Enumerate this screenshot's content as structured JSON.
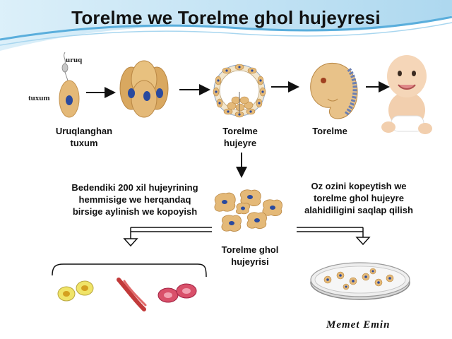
{
  "slide": {
    "title": "Torelme we Torelme ghol hujeyresi",
    "author": "Memet Emin"
  },
  "labels": {
    "sperm": "uruq",
    "egg": "tuxum",
    "fertilized_egg": "Uruqlanghan\ntuxum",
    "embryonic_cell": "Torelme\nhujeyre",
    "embryo": "Torelme",
    "stem_cell": "Torelme ghol\nhujeyrisi",
    "differentiation": "Bedendiki 200 xil  hujeyrining\nhemmisige we herqandaq\nbirsige aylinish we kopoyish",
    "self_renewal": "Oz ozini kopeytish we\ntorelme ghol hujeyre\nalahidiligini saqlap qilish"
  },
  "colors": {
    "cell_fill": "#e4b978",
    "nucleus": "#2a4a9e",
    "wave_blue": "#5aaedc",
    "arrow": "#111111",
    "red_cell": "#d9506a",
    "muscle": "#c23a3a",
    "yellow_cell": "#f0e468"
  }
}
